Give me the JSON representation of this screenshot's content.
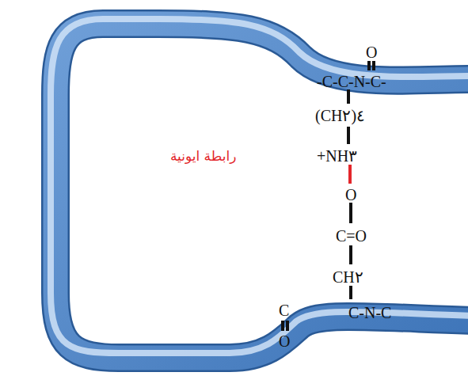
{
  "diagram": {
    "labels": [
      "O",
      "-C-C-N-C-",
      "(CH٢)٤",
      "+NH٣",
      "رابطة ايونية",
      "O",
      "C=O",
      "CH٢",
      "C-N-C",
      "C",
      "O"
    ]
  }
}
